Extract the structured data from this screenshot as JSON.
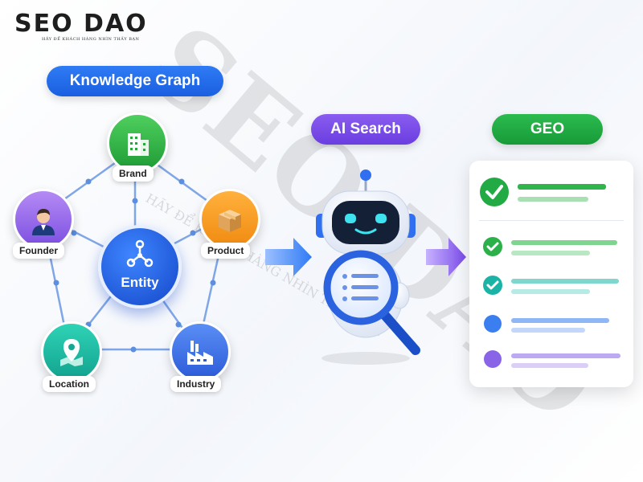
{
  "logo": {
    "title": "SEO DAO",
    "tagline": "HÃY ĐỂ KHÁCH HÀNG NHÌN THẤY BẠN"
  },
  "watermark": {
    "big": "SEO DAO",
    "small": "HÃY ĐỂ KHÁCH HÀNG NHÌN THẤY BẠN"
  },
  "knowledge_graph": {
    "title": "Knowledge Graph",
    "center": "Entity",
    "nodes": {
      "brand": "Brand",
      "founder": "Founder",
      "product": "Product",
      "location": "Location",
      "industry": "Industry"
    }
  },
  "ai_search": {
    "title": "AI Search"
  },
  "geo": {
    "title": "GEO"
  },
  "colors": {
    "blue": "#1f6be8",
    "purple": "#7a4ce8",
    "green": "#22aa44",
    "teal": "#1bb3a6"
  }
}
